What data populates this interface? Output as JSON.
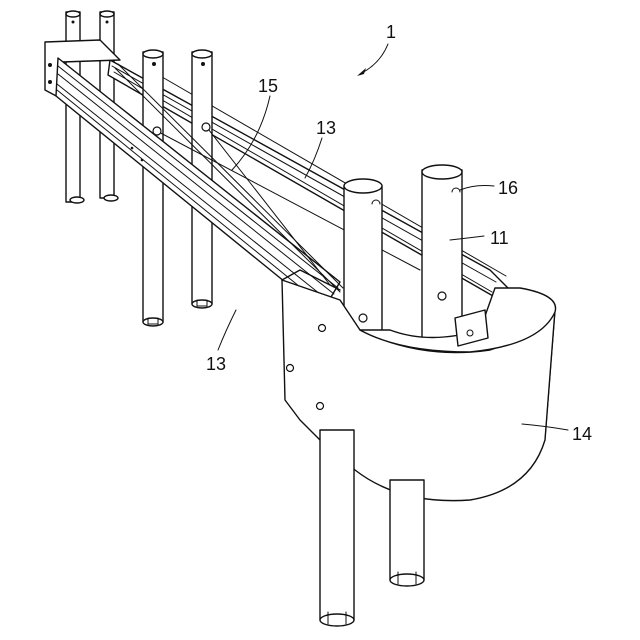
{
  "figure": {
    "labels": {
      "assembly": "1",
      "post": "11",
      "rail_upper": "13",
      "rail_lower": "13",
      "end_cap": "14",
      "cable": "15",
      "post_hole": "16"
    }
  }
}
